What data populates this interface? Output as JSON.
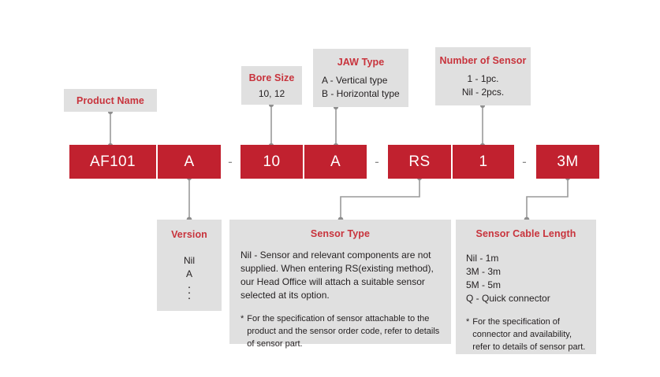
{
  "diagram": {
    "title": "Product Part Number Coding",
    "colors": {
      "chip_red": "#c1212f",
      "title_red": "#c8333c",
      "panel_gray": "#e0e0e0",
      "wire_gray": "#9a9a9a",
      "text_dark": "#231f20"
    }
  },
  "code_row": {
    "segments": [
      {
        "key": "product_name",
        "label": "AF101"
      },
      {
        "key": "version",
        "label": "A"
      },
      {
        "key": "bore_size",
        "label": "10"
      },
      {
        "key": "jaw_type",
        "label": "A"
      },
      {
        "key": "sensor_type",
        "label": "RS"
      },
      {
        "key": "number_of_sensor",
        "label": "1"
      },
      {
        "key": "cable_length",
        "label": "3M"
      }
    ],
    "separator": "-"
  },
  "panels": {
    "product_name": {
      "title": "Product Name",
      "lines": []
    },
    "bore_size": {
      "title": "Bore Size",
      "lines": [
        "10, 12"
      ]
    },
    "jaw_type": {
      "title": "JAW Type",
      "lines": [
        "A - Vertical type",
        "B - Horizontal type"
      ]
    },
    "number_of_sensor": {
      "title": "Number of Sensor",
      "lines": [
        "1 - 1pc.",
        "Nil - 2pcs."
      ]
    },
    "version": {
      "title": "Version",
      "lines": [
        "Nil",
        "A"
      ],
      "ellipsis": "vertical-ellipsis"
    },
    "sensor_type": {
      "title": "Sensor Type",
      "paragraph": "Nil - Sensor and relevant components are not supplied. When entering RS(existing method), our Head Office will attach a suitable sensor selected at its option.",
      "note_marker": "*",
      "note": "For the specification of sensor attachable to the product and the sensor order code, refer to details of sensor part."
    },
    "sensor_cable_length": {
      "title": "Sensor Cable Length",
      "lines": [
        "Nil - 1m",
        "3M - 3m",
        "5M - 5m",
        "Q - Quick connector"
      ],
      "note_marker": "*",
      "note": "For the specification of connector and availability, refer to details of sensor part."
    }
  }
}
